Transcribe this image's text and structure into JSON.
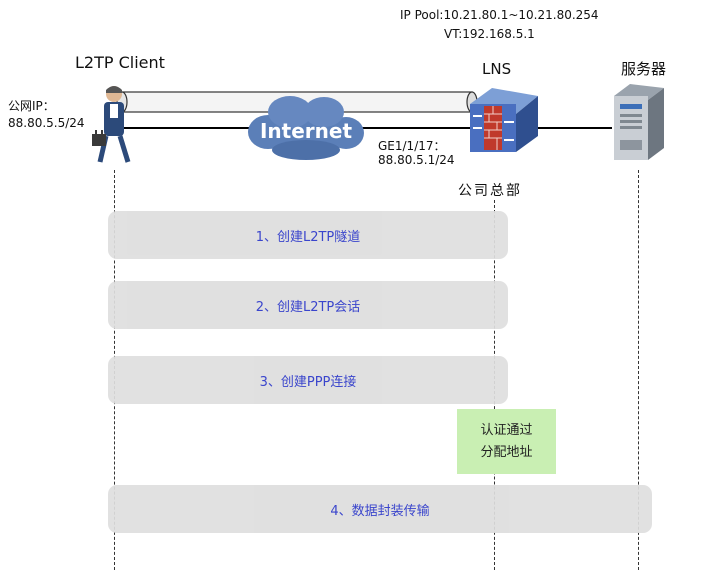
{
  "lns_info": {
    "ip_pool": "IP Pool:10.21.80.1~10.21.80.254",
    "vt": "VT:192.168.5.1"
  },
  "client": {
    "title": "L2TP Client",
    "public_ip_label": "公网IP：",
    "public_ip": "88.80.5.5/24"
  },
  "lns": {
    "title": "LNS",
    "interface_label": "GE1/1/17：",
    "interface_ip": "88.80.5.1/24",
    "site_label": "公司总部"
  },
  "server": {
    "title": "服务器"
  },
  "network": {
    "cloud_label": "Internet"
  },
  "steps": [
    "1、创建L2TP隧道",
    "2、创建L2TP会话",
    "3、创建PPP连接",
    "4、数据封装传输"
  ],
  "auth_box": {
    "line1": "认证通过",
    "line2": "分配地址"
  },
  "colors": {
    "step_text": "#2a36c8",
    "step_bg": "#dedede",
    "auth_bg": "#c9efb3",
    "firewall_body": "#4a6fc0",
    "firewall_bricks": "#c0392b"
  }
}
